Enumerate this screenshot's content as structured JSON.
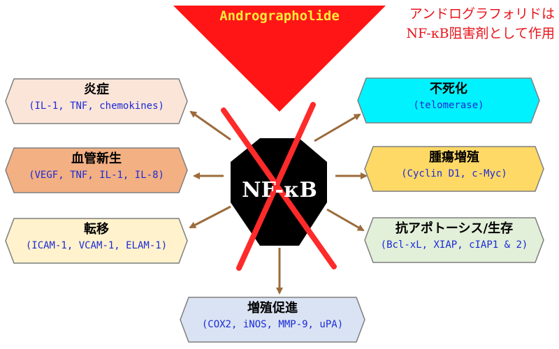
{
  "title": "Andrographolide",
  "note": {
    "line1": "アンドログラフォリドは",
    "line2": "NF-κB阻害剤として作用"
  },
  "center": {
    "label": "NF-κB"
  },
  "nodes": [
    {
      "id": "inflammation",
      "title": "炎症",
      "detail": "(IL-1, TNF, chemokines)",
      "fill": "#fbe5d9"
    },
    {
      "id": "angiogenesis",
      "title": "血管新生",
      "detail": "(VEGF, TNF, IL-1, IL-8)",
      "fill": "#f3b083"
    },
    {
      "id": "metastasis",
      "title": "転移",
      "detail": "(ICAM-1, VCAM-1, ELAM-1)",
      "fill": "#fff2cc"
    },
    {
      "id": "immortality",
      "title": "不死化",
      "detail": "(telomerase)",
      "fill": "#00f2ff"
    },
    {
      "id": "tumor",
      "title": "腫瘍増殖",
      "detail": "(Cyclin D1, c-Myc)",
      "fill": "#ffd966"
    },
    {
      "id": "antiapoptosis",
      "title": "抗アポトーシス/生存",
      "detail": "(Bcl-xL, XIAP, cIAP1 & 2)",
      "fill": "#e2efd9"
    },
    {
      "id": "proliferation",
      "title": "増殖促進",
      "detail": "(COX2, iNOS, MMP-9, uPA)",
      "fill": "#dae3f3"
    }
  ],
  "colors": {
    "arrow": "#9b6b3b",
    "cross": "#ff2a2a",
    "triangle": "#ff1515",
    "octagon": "#000000"
  }
}
